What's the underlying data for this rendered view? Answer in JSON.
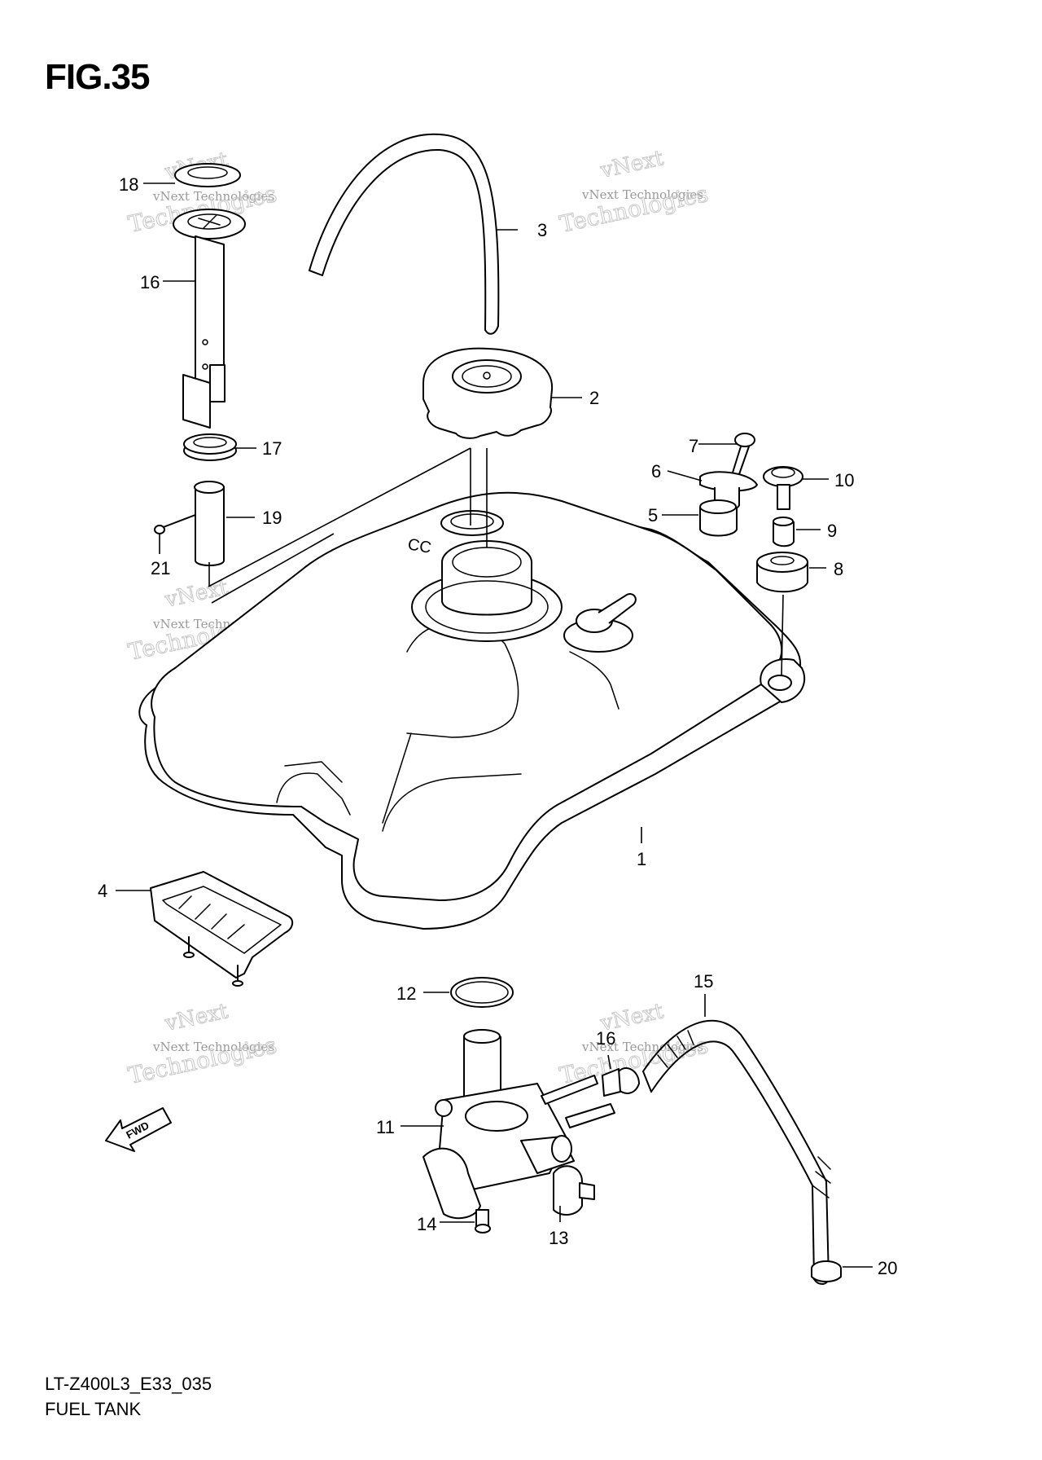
{
  "figure_label": "FIG.35",
  "model_code": "LT-Z400L3_E33_035",
  "section_name": "FUEL TANK",
  "fwd_label": "FWD",
  "watermark": {
    "line1": "vNext Technologies",
    "line2": "vNext",
    "line3": "Technologies"
  },
  "parts": [
    {
      "id": "1",
      "label": "1"
    },
    {
      "id": "2",
      "label": "2"
    },
    {
      "id": "3",
      "label": "3"
    },
    {
      "id": "4",
      "label": "4"
    },
    {
      "id": "5",
      "label": "5"
    },
    {
      "id": "6",
      "label": "6"
    },
    {
      "id": "7",
      "label": "7"
    },
    {
      "id": "8",
      "label": "8"
    },
    {
      "id": "9",
      "label": "9"
    },
    {
      "id": "10",
      "label": "10"
    },
    {
      "id": "11",
      "label": "11"
    },
    {
      "id": "12",
      "label": "12"
    },
    {
      "id": "13",
      "label": "13"
    },
    {
      "id": "14",
      "label": "14"
    },
    {
      "id": "15",
      "label": "15"
    },
    {
      "id": "16a",
      "label": "16"
    },
    {
      "id": "16b",
      "label": "16"
    },
    {
      "id": "17",
      "label": "17"
    },
    {
      "id": "18",
      "label": "18"
    },
    {
      "id": "19",
      "label": "19"
    },
    {
      "id": "20",
      "label": "20"
    },
    {
      "id": "21",
      "label": "21"
    }
  ]
}
